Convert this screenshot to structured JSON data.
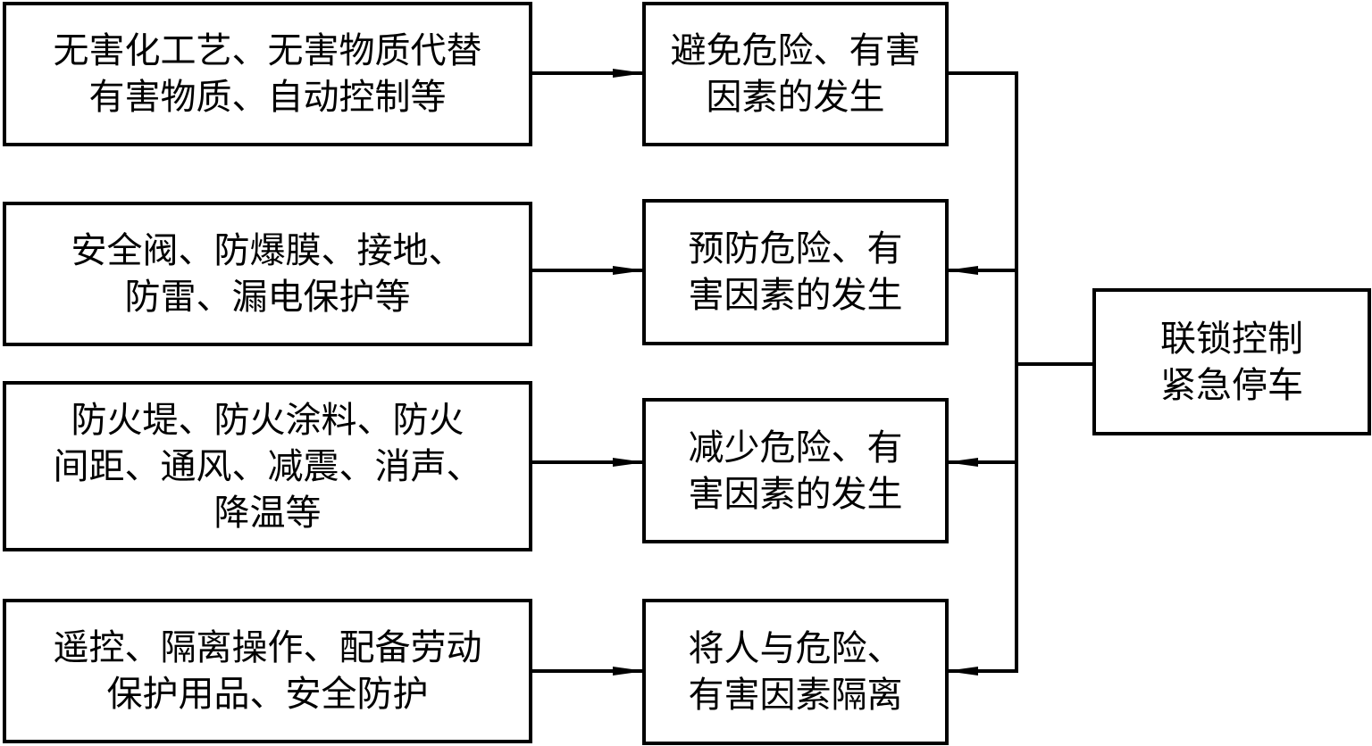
{
  "diagram": {
    "colors": {
      "stroke": "#000000",
      "background": "#ffffff"
    },
    "measures": [
      {
        "id": "m1",
        "lines": [
          "无害化工艺、无害物质代替",
          "有害物质、自动控制等"
        ]
      },
      {
        "id": "m2",
        "lines": [
          "安全阀、防爆膜、接地、",
          "防雷、漏电保护等"
        ]
      },
      {
        "id": "m3",
        "lines": [
          "防火堤、防火涂料、防火",
          "间距、通风、减震、消声、",
          "降温等"
        ]
      },
      {
        "id": "m4",
        "lines": [
          "遥控、隔离操作、配备劳动",
          "保护用品、安全防护"
        ]
      }
    ],
    "goals": [
      {
        "id": "g1",
        "lines": [
          "避免危险、有害",
          "因素的发生"
        ]
      },
      {
        "id": "g2",
        "lines": [
          "预防危险、有",
          "害因素的发生"
        ]
      },
      {
        "id": "g3",
        "lines": [
          "减少危险、有",
          "害因素的发生"
        ]
      },
      {
        "id": "g4",
        "lines": [
          "将人与危险、",
          "有害因素隔离"
        ]
      }
    ],
    "control": {
      "id": "c1",
      "lines": [
        "联锁控制",
        "紧急停车"
      ]
    },
    "edges": [
      {
        "from": "m1",
        "to": "g1",
        "arrow": "end"
      },
      {
        "from": "m2",
        "to": "g2",
        "arrow": "end"
      },
      {
        "from": "m3",
        "to": "g3",
        "arrow": "end"
      },
      {
        "from": "m4",
        "to": "g4",
        "arrow": "end"
      },
      {
        "from": "c1",
        "to": "g1",
        "arrow": "none"
      },
      {
        "from": "c1",
        "to": "g2",
        "arrow": "end"
      },
      {
        "from": "c1",
        "to": "g3",
        "arrow": "end"
      },
      {
        "from": "c1",
        "to": "g4",
        "arrow": "end"
      }
    ]
  }
}
